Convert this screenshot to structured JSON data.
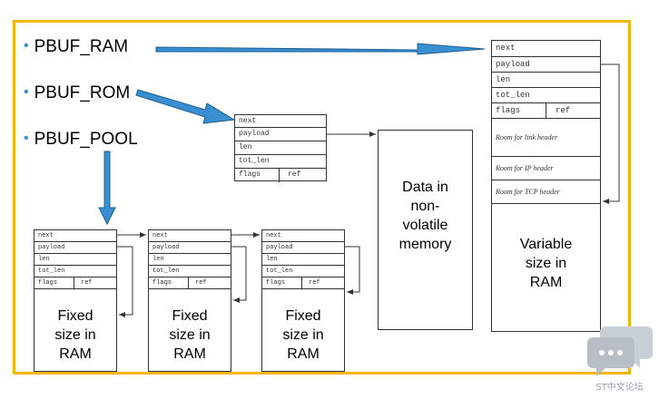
{
  "bullets": [
    {
      "dot": "•",
      "label": "PBUF_RAM"
    },
    {
      "dot": "•",
      "label": "PBUF_ROM"
    },
    {
      "dot": "•",
      "label": "PBUF_POOL"
    }
  ],
  "rom_pbuf": {
    "fields": [
      "next",
      "payload",
      "len",
      "tot_len"
    ],
    "flags": "flags",
    "ref": "ref"
  },
  "ram_pbuf": {
    "fields": [
      "next",
      "payload",
      "len",
      "tot_len"
    ],
    "flags": "flags",
    "ref": "ref",
    "rooms": [
      "Room for link header",
      "Room for IP header",
      "Room for TCP header"
    ],
    "body_text": [
      "Variable",
      "size in",
      "RAM"
    ]
  },
  "nvm_box": {
    "lines": [
      "Data in",
      "non-",
      "volatile",
      "memory"
    ]
  },
  "pool_pbufs": [
    {
      "fields": [
        "next",
        "payload",
        "len",
        "tot_len"
      ],
      "flags": "flags",
      "ref": "ref",
      "body_text": [
        "Fixed",
        "size in",
        "RAM"
      ]
    },
    {
      "fields": [
        "next",
        "payload",
        "len",
        "tot_len"
      ],
      "flags": "flags",
      "ref": "ref",
      "body_text": [
        "Fixed",
        "size in",
        "RAM"
      ]
    },
    {
      "fields": [
        "next",
        "payload",
        "len",
        "tot_len"
      ],
      "flags": "flags",
      "ref": "ref",
      "body_text": [
        "Fixed",
        "size in",
        "RAM"
      ]
    }
  ],
  "logo": {
    "caption": "ST中文论坛"
  },
  "colors": {
    "frame": "#f2b705",
    "arrow": "#3a8fd0",
    "arrow_edge": "#1f5f94",
    "logo": "#b7bec6"
  }
}
